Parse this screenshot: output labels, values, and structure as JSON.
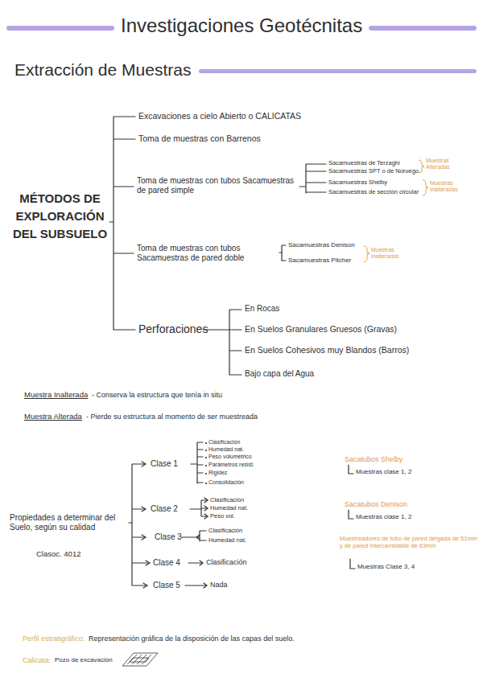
{
  "diagram": {
    "title": "Investigaciones Geotécnitas",
    "labels": [
      "Extracción de Muestras",
      "MÉTODOS DE EXPLORACIÓN DEL SUBSUELO",
      "Excavaciones a cielo Abierto o CALICATAS",
      "Toma de muestras con Barrenos",
      "Toma de muestras con tubos Sacamuestras de pared simple",
      "Sacamuestras de Terzaghi",
      "Sacamuestras SPT o de Noruego",
      "Muestras Alteradas",
      "Sacamuestras Shelby",
      "Sacamuestras de sección circular",
      "Muestras Inalteradas",
      "Toma de muestras con tubos Sacamuestras de pared doble",
      "Sacamuestras Denison",
      "Sacamuestras Pitcher",
      "Muestras Inalteradas",
      "Perforaciones",
      "En Rocas",
      "En Suelos Granulares Gruesos (Gravas)",
      "En Suelos Cohesivos muy Blandos (Barros)",
      "Bajo capa del Agua",
      "Muestra Inalterada",
      "- Conserva la estructura que tenía in situ",
      "Muestra Alterada",
      "- Pierde su estructura al momento de ser muestreada",
      "Propiedades a determinar del Suelo, según su calidad",
      "Clasoc. 4012",
      "Clase 1",
      "Clasificación",
      "Humedad nat.",
      "Peso volumétrico",
      "Parámetros resist.",
      "Rigidez",
      "Consolidación",
      "Clase 2",
      "Clasificación",
      "Humedad nat.",
      "Peso vol.",
      "Clase 3",
      "Clasificación",
      "Humedad nat.",
      "Clase 4",
      "Clasificación",
      "Clase 5",
      "Nada",
      "Sacatubos Shelby",
      "Muestras clase 1, 2",
      "Sacatubos Denison",
      "Muestras clase 1, 2",
      "Muestreadores de tubo de pared delgada de 51mm y de pared intercambiable de 63mm",
      "Muestras Clase 3, 4",
      "Perfil estratigráfico:",
      "Representación gráfica de la disposición de las capas del suelo.",
      "Calicata:",
      "Pozo de excavación"
    ]
  }
}
